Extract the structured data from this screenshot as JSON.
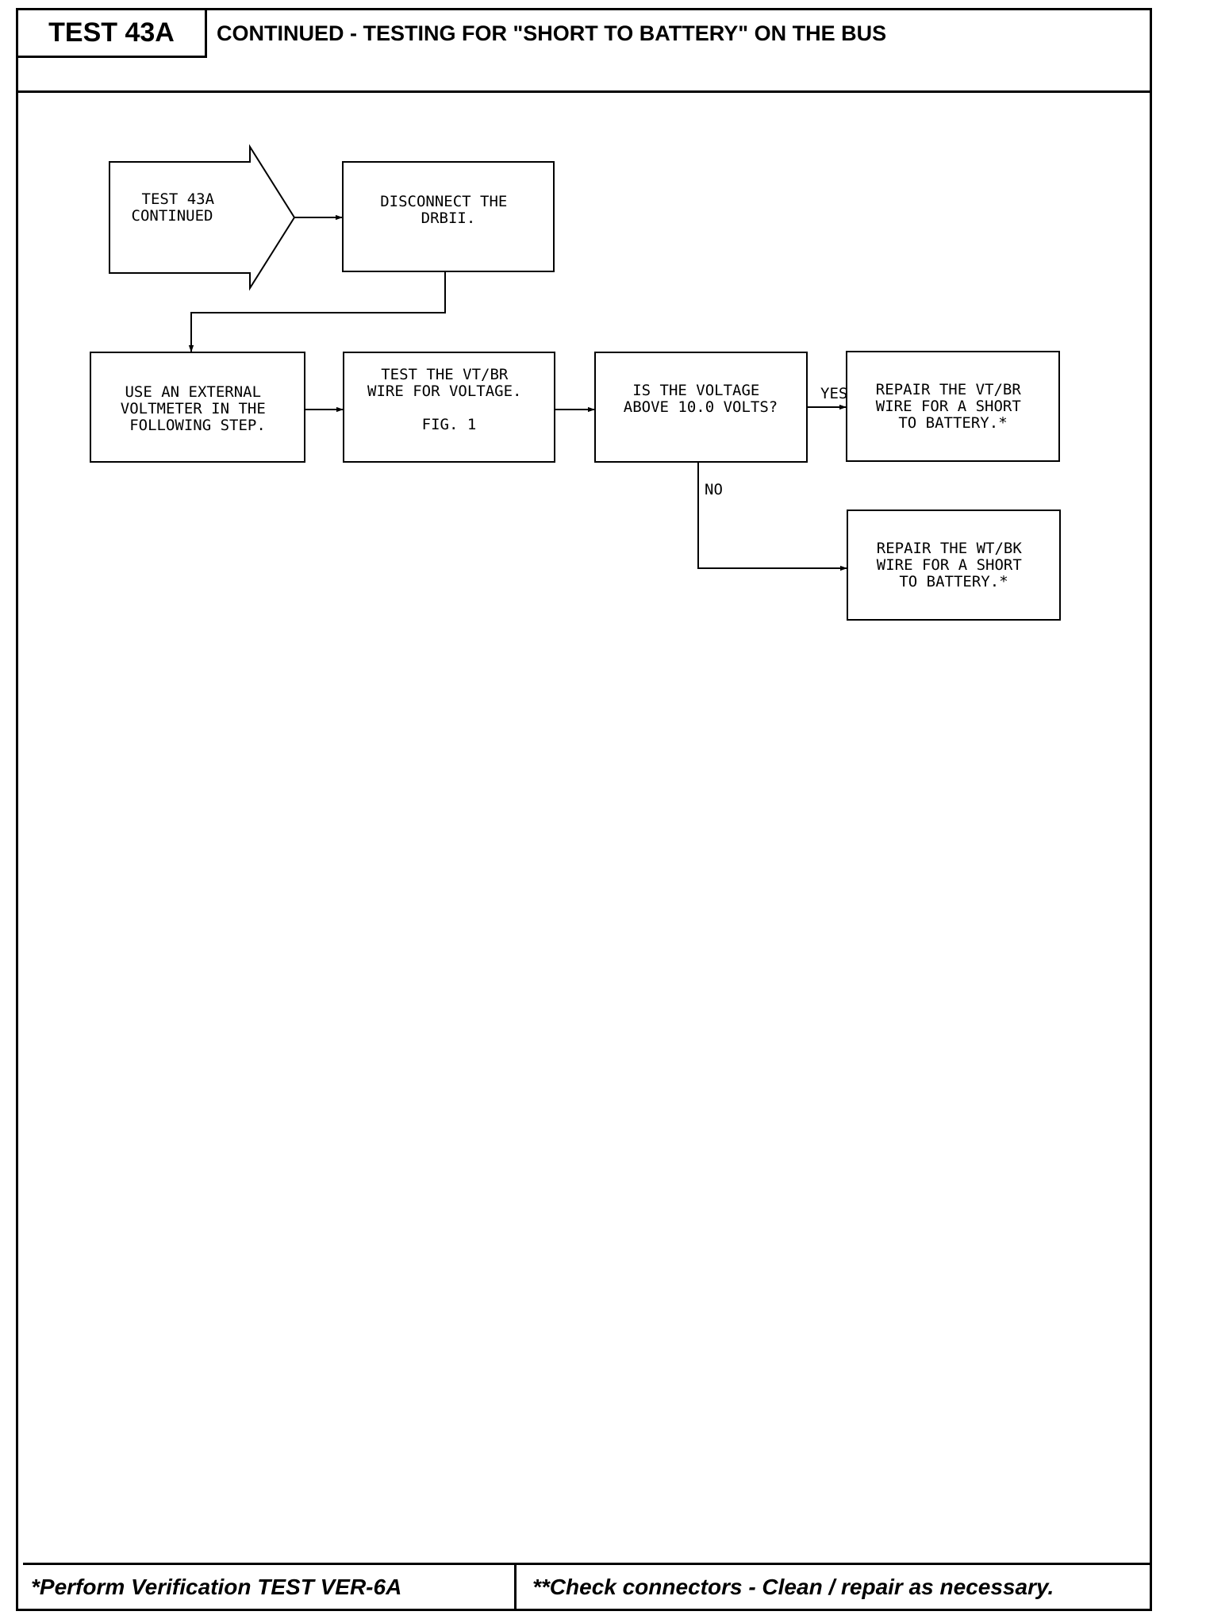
{
  "header": {
    "test_id": "TEST 43A",
    "title": "CONTINUED - TESTING FOR \"SHORT TO BATTERY\" ON THE BUS"
  },
  "flowchart": {
    "nodes": {
      "start": [
        "TEST 43A",
        "CONTINUED"
      ],
      "disconnect": [
        "DISCONNECT THE",
        "DRBII."
      ],
      "use_voltmeter": [
        "USE AN EXTERNAL",
        "VOLTMETER IN THE",
        "FOLLOWING STEP."
      ],
      "test_wire": [
        "TEST THE VT/BR",
        "WIRE FOR VOLTAGE.",
        "",
        "FIG. 1"
      ],
      "decision": [
        "IS THE VOLTAGE",
        "ABOVE 10.0 VOLTS?"
      ],
      "repair_vtbr": [
        "REPAIR THE VT/BR",
        "WIRE FOR A SHORT",
        "TO BATTERY.*"
      ],
      "repair_wtbk": [
        "REPAIR THE WT/BK",
        "WIRE FOR A SHORT",
        "TO BATTERY.*"
      ]
    },
    "labels": {
      "yes": "YES",
      "no": "NO"
    }
  },
  "footer": {
    "left": "*Perform Verification TEST VER-6A",
    "right": "**Check connectors - Clean / repair as necessary."
  }
}
